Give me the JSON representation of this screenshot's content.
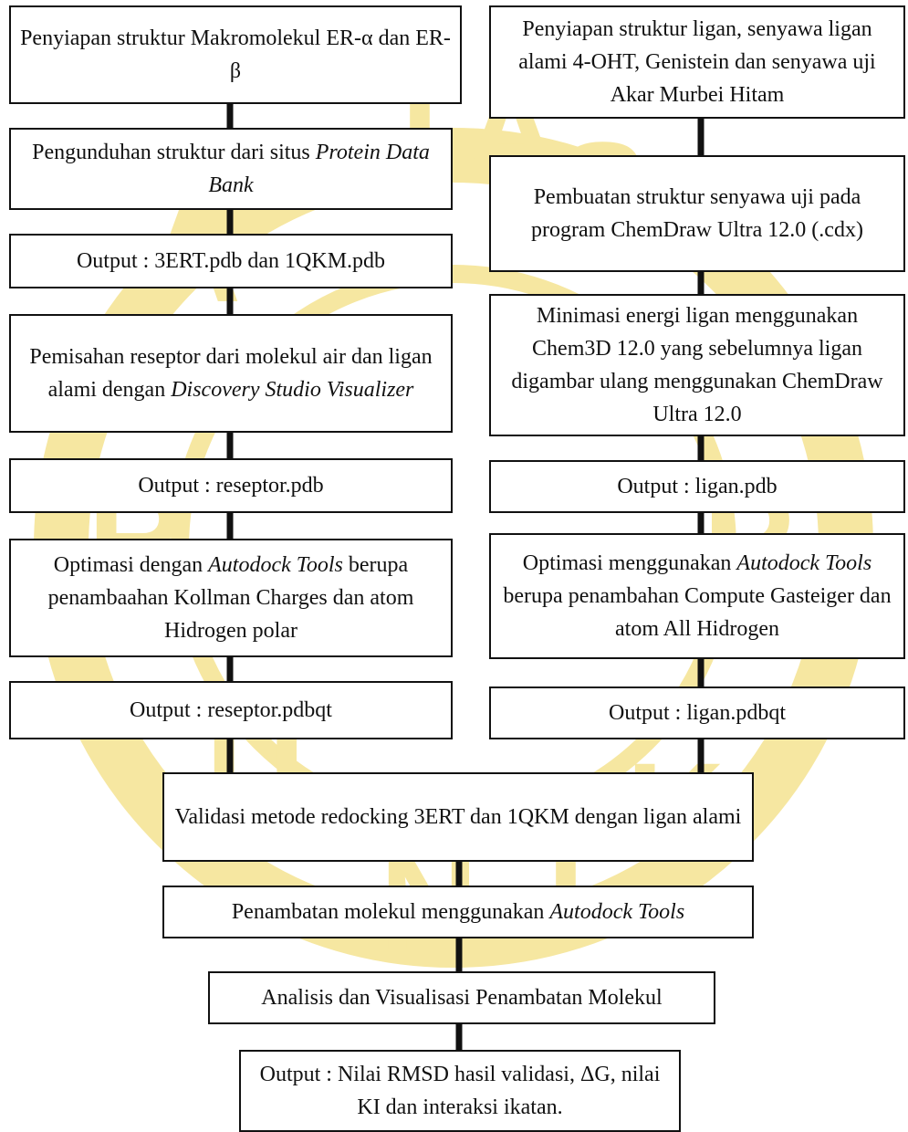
{
  "watermark": {
    "color": "#f6e7a1",
    "letters": [
      "T",
      "A",
      "S",
      "U",
      "N",
      "I",
      "K",
      "A",
      "P",
      "R"
    ]
  },
  "colors": {
    "line": "#111111",
    "box_border": "#111111",
    "box_fill": "#ffffff"
  },
  "left_column": {
    "step1": "Penyiapan struktur Makromolekul ER-α dan ER-β",
    "step2": {
      "pre": "Pengunduhan struktur dari situs ",
      "em": "Protein Data Bank"
    },
    "step3": "Output : 3ERT.pdb dan 1QKM.pdb",
    "step4": {
      "pre": "Pemisahan reseptor dari molekul air dan ligan alami dengan ",
      "em": "Discovery Studio Visualizer"
    },
    "step5": "Output : reseptor.pdb",
    "step6": {
      "pre": "Optimasi dengan ",
      "em": "Autodock Tools",
      "post": " berupa penambaahan Kollman Charges dan atom Hidrogen polar"
    },
    "step7": "Output : reseptor.pdbqt"
  },
  "right_column": {
    "step1": "Penyiapan struktur ligan, senyawa ligan alami 4-OHT, Genistein dan senyawa uji Akar Murbei Hitam",
    "step2": "Pembuatan struktur senyawa uji pada program ChemDraw Ultra 12.0 (.cdx)",
    "step3": "Minimasi energi ligan menggunakan Chem3D 12.0 yang sebelumnya ligan digambar ulang menggunakan ChemDraw Ultra 12.0",
    "step4": "Output : ligan.pdb",
    "step5": {
      "pre": "Optimasi menggunakan ",
      "em": "Autodock Tools",
      "post": " berupa penambahan Compute Gasteiger dan atom All Hidrogen"
    },
    "step6": "Output : ligan.pdbqt"
  },
  "merged": {
    "validation": "Validasi metode redocking 3ERT  dan 1QKM dengan ligan alami",
    "docking": {
      "pre": "Penambatan molekul menggunakan ",
      "em": "Autodock Tools"
    },
    "analysis": "Analisis dan Visualisasi Penambatan Molekul",
    "output": "Output : Nilai RMSD hasil validasi, ΔG, nilai KI dan interaksi ikatan."
  }
}
